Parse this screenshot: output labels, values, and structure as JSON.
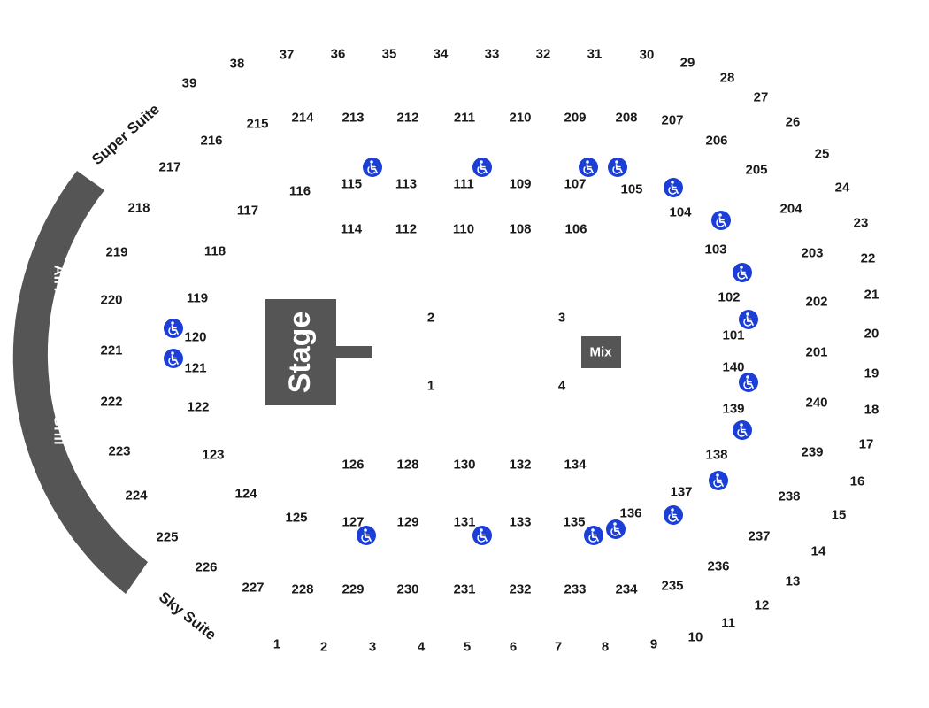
{
  "colors": {
    "dark_fill": "#555555",
    "accessible_blue": "#1b3fd6",
    "text": "#1a1a1a",
    "background": "#ffffff"
  },
  "labels": {
    "stage": "Stage",
    "mix": "Mix",
    "bar_grill": "All Accessible Bar & Grill",
    "super_suite": "Super Suite",
    "sky_suite": "Sky Suite"
  },
  "icon": "wheelchair-accessible-icon",
  "floor_sections": [
    "1",
    "2",
    "3",
    "4"
  ],
  "lower_sections": [
    "101",
    "102",
    "103",
    "104",
    "105",
    "106",
    "107",
    "108",
    "109",
    "110",
    "111",
    "112",
    "113",
    "114",
    "115",
    "116",
    "117",
    "118",
    "119",
    "120",
    "121",
    "122",
    "123",
    "124",
    "125",
    "126",
    "127",
    "128",
    "129",
    "130",
    "131",
    "132",
    "133",
    "134",
    "135",
    "136",
    "137",
    "138",
    "139",
    "140"
  ],
  "upper_sections": [
    "201",
    "202",
    "203",
    "204",
    "205",
    "206",
    "207",
    "208",
    "209",
    "210",
    "211",
    "212",
    "213",
    "214",
    "215",
    "216",
    "217",
    "218",
    "219",
    "220",
    "221",
    "222",
    "223",
    "224",
    "225",
    "226",
    "227",
    "228",
    "229",
    "230",
    "231",
    "232",
    "233",
    "234",
    "235",
    "236",
    "237",
    "238",
    "239",
    "240"
  ],
  "suite_sections": [
    "1",
    "2",
    "3",
    "4",
    "5",
    "6",
    "7",
    "8",
    "9",
    "10",
    "11",
    "12",
    "13",
    "14",
    "15",
    "16",
    "17",
    "18",
    "19",
    "20",
    "21",
    "22",
    "23",
    "24",
    "25",
    "26",
    "27",
    "28",
    "29",
    "30",
    "31",
    "32",
    "33",
    "34",
    "35",
    "36",
    "37",
    "38",
    "39"
  ],
  "accessible_sections": [
    "115",
    "111",
    "107",
    "106",
    "105",
    "104",
    "103",
    "102",
    "101",
    "140",
    "139",
    "138",
    "137",
    "136",
    "135",
    "131",
    "127",
    "120",
    "121"
  ]
}
